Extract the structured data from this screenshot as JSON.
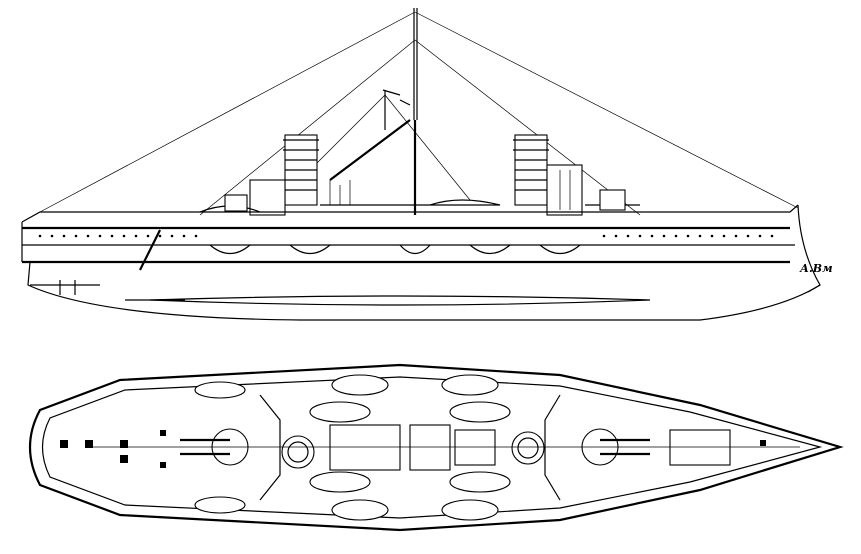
{
  "drawing": {
    "views": [
      "profile",
      "plan"
    ],
    "signature": "А.Вм",
    "line_color": "#000000",
    "background_color": "#ffffff"
  }
}
